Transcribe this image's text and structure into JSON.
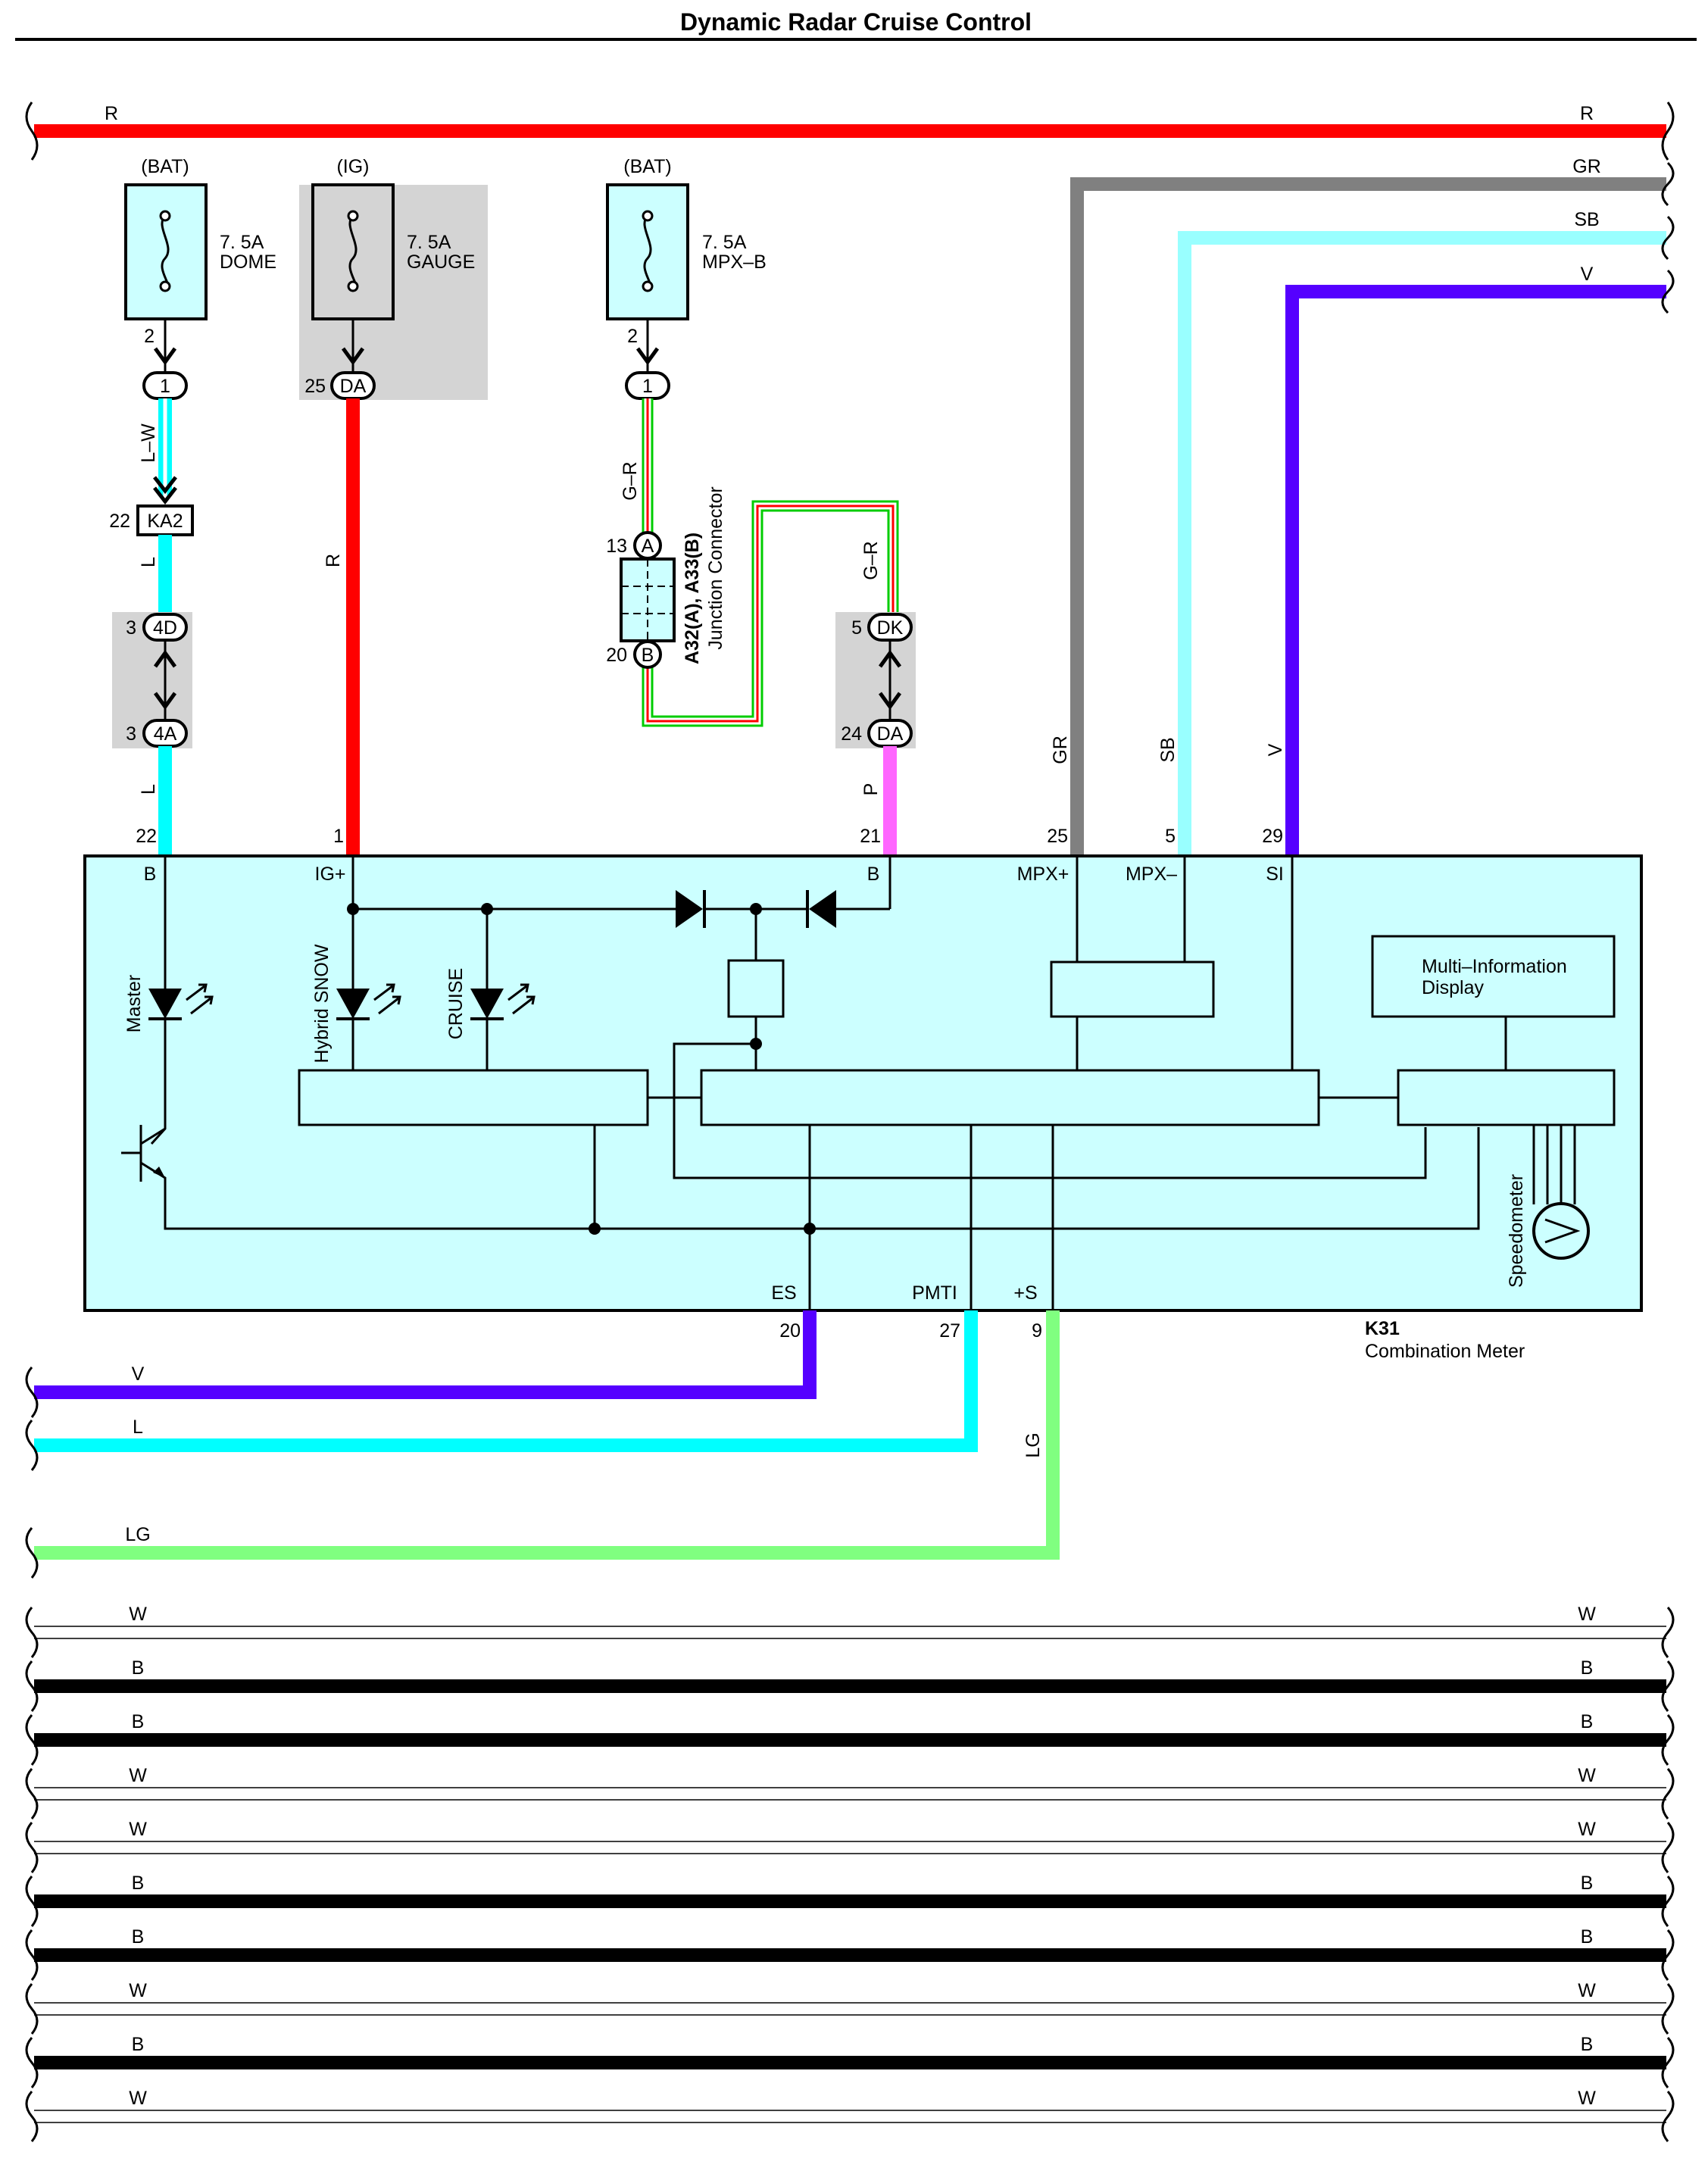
{
  "title": "Dynamic Radar Cruise Control",
  "colors": {
    "R": "#ff0000",
    "GR": "#808080",
    "SB": "#99ffff",
    "V": "#5500ff",
    "L": "#00ffff",
    "LG": "#80ff80",
    "P": "#ff66ff",
    "G": "#00cc00",
    "B": "#000000",
    "W": "#ffffff",
    "module_fill": "#ccffff",
    "shade": "#d4d4d4"
  },
  "top_wires": {
    "R_left": "R",
    "R_right": "R",
    "GR": "GR",
    "SB": "SB",
    "V": "V"
  },
  "fuses": {
    "dome": {
      "source": "(BAT)",
      "rating": "7. 5A",
      "name": "DOME",
      "pin": "2",
      "conn_pin": "1"
    },
    "gauge": {
      "source": "(IG)",
      "rating": "7. 5A",
      "name": "GAUGE",
      "pin": "25",
      "conn": "DA"
    },
    "mpxb": {
      "source": "(BAT)",
      "rating": "7. 5A",
      "name": "MPX–B",
      "pin": "2",
      "conn_pin": "1"
    }
  },
  "wire_labels": {
    "lw": "L–W",
    "l_upper": "L",
    "l_lower": "L",
    "r_vert": "R",
    "gr_left": "G–R",
    "gr_right": "G–R",
    "p": "P",
    "gr_vert": "GR",
    "sb_vert": "SB",
    "v_vert": "V"
  },
  "connectors": {
    "ka2": {
      "pin": "22",
      "name": "KA2"
    },
    "c4d": {
      "pin": "3",
      "name": "4D"
    },
    "c4a": {
      "pin": "3",
      "name": "4A"
    },
    "dk": {
      "pin": "5",
      "name": "DK"
    },
    "da": {
      "pin": "24",
      "name": "DA"
    },
    "junction": {
      "pin_a": "13",
      "a": "A",
      "pin_b": "20",
      "b": "B",
      "id": "A32(A), A33(B)",
      "name": "Junction Connector"
    }
  },
  "meter": {
    "id": "K31",
    "name": "Combination Meter",
    "top_pins": {
      "b_num": "22",
      "b": "B",
      "ig_num": "1",
      "ig": "IG+",
      "b2_num": "21",
      "b2": "B",
      "mpxp_num": "25",
      "mpxp": "MPX+",
      "mpxm_num": "5",
      "mpxm": "MPX–",
      "si_num": "29",
      "si": "SI"
    },
    "bottom_pins": {
      "es": "ES",
      "es_num": "20",
      "pmti": "PMTI",
      "pmti_num": "27",
      "s": "+S",
      "s_num": "9"
    },
    "leds": {
      "master": "Master",
      "snow": "Hybrid SNOW",
      "cruise": "CRUISE"
    },
    "mid": "Multi–Information",
    "mid2": "Display",
    "speedometer": "Speedometer"
  },
  "bottom_wires": {
    "v": "V",
    "l": "L",
    "lg_vert": "LG",
    "lg": "LG"
  },
  "bus_rows": [
    {
      "left": "W",
      "right": "W",
      "color": "W"
    },
    {
      "left": "B",
      "right": "B",
      "color": "B"
    },
    {
      "left": "B",
      "right": "B",
      "color": "B"
    },
    {
      "left": "W",
      "right": "W",
      "color": "W"
    },
    {
      "left": "W",
      "right": "W",
      "color": "W"
    },
    {
      "left": "B",
      "right": "B",
      "color": "B"
    },
    {
      "left": "B",
      "right": "B",
      "color": "B"
    },
    {
      "left": "W",
      "right": "W",
      "color": "W"
    },
    {
      "left": "B",
      "right": "B",
      "color": "B"
    },
    {
      "left": "W",
      "right": "W",
      "color": "W"
    }
  ]
}
